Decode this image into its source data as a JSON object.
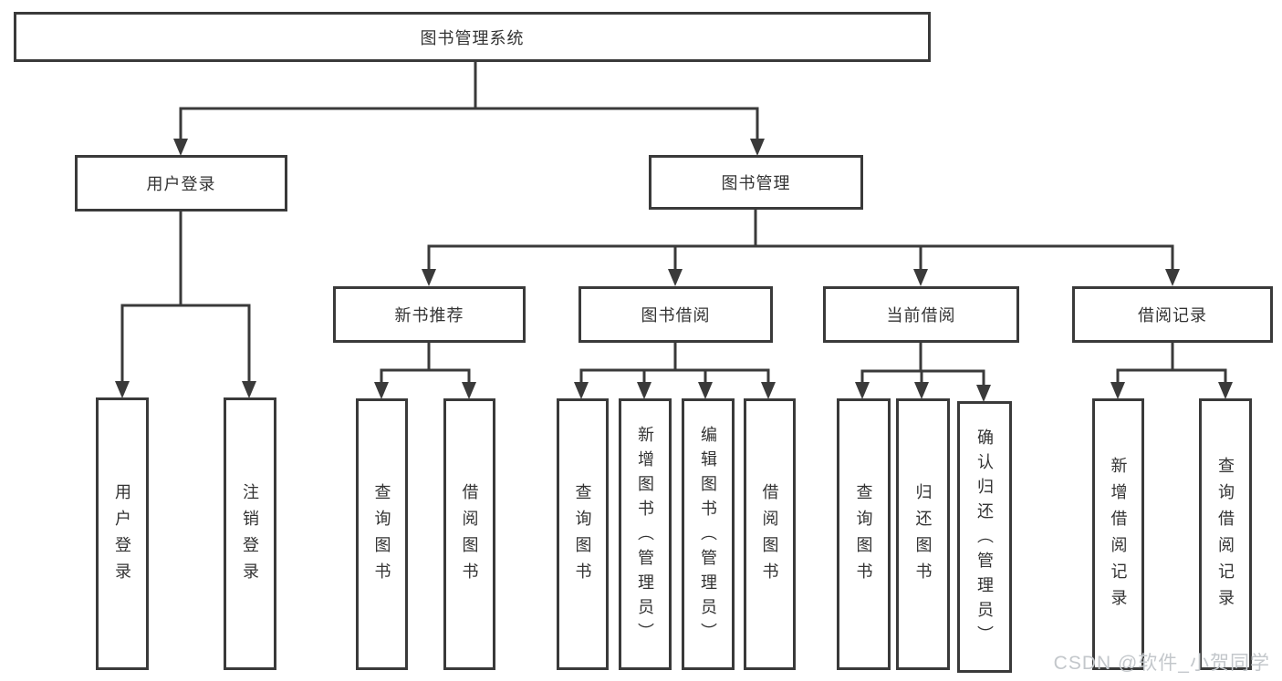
{
  "diagram_title": "图书管理系统",
  "nodes": {
    "root": "图书管理系统",
    "login": {
      "label": "用户登录",
      "children": [
        "用户登录",
        "注销登录"
      ]
    },
    "mgmt": {
      "label": "图书管理",
      "groups": [
        {
          "label": "新书推荐",
          "children": [
            "查询图书",
            "借阅图书"
          ]
        },
        {
          "label": "图书借阅",
          "children": [
            "查询图书",
            "新增图书（管理员）",
            "编辑图书（管理员）",
            "借阅图书"
          ]
        },
        {
          "label": "当前借阅",
          "children": [
            "查询图书",
            "归还图书",
            "确认归还（管理员）"
          ]
        },
        {
          "label": "借阅记录",
          "children": [
            "新增借阅记录",
            "查询借阅记录"
          ]
        }
      ]
    }
  },
  "watermark": {
    "text": "CSDN @软件_小贺同学"
  },
  "colors": {
    "background": "#ffffff",
    "line": "#3a3a3a",
    "box_border": "#3a3a3a",
    "text": "#333333",
    "watermark": "#c3c7cb"
  }
}
